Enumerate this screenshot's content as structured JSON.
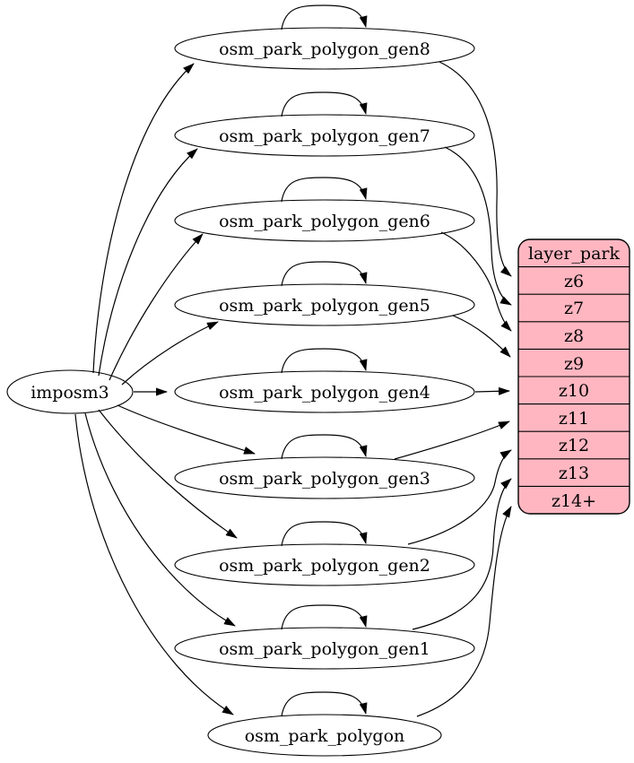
{
  "diagram": {
    "background_color": "#ffffff",
    "node_fill_color": "#ffffff",
    "line_color": "#000000",
    "layer_fill_color": "#ffb6c1",
    "source_node": {
      "label": "imposm3"
    },
    "table_nodes": [
      {
        "id": "gen8",
        "label": "osm_park_polygon_gen8"
      },
      {
        "id": "gen7",
        "label": "osm_park_polygon_gen7"
      },
      {
        "id": "gen6",
        "label": "osm_park_polygon_gen6"
      },
      {
        "id": "gen5",
        "label": "osm_park_polygon_gen5"
      },
      {
        "id": "gen4",
        "label": "osm_park_polygon_gen4"
      },
      {
        "id": "gen3",
        "label": "osm_park_polygon_gen3"
      },
      {
        "id": "gen2",
        "label": "osm_park_polygon_gen2"
      },
      {
        "id": "gen1",
        "label": "osm_park_polygon_gen1"
      },
      {
        "id": "base",
        "label": "osm_park_polygon"
      }
    ],
    "layer_table": {
      "header": "layer_park",
      "rows": [
        "z6",
        "z7",
        "z8",
        "z9",
        "z10",
        "z11",
        "z12",
        "z13",
        "z14+"
      ]
    },
    "edges": {
      "source_to_tables": [
        "osm_park_polygon_gen8",
        "osm_park_polygon_gen7",
        "osm_park_polygon_gen6",
        "osm_park_polygon_gen5",
        "osm_park_polygon_gen4",
        "osm_park_polygon_gen3",
        "osm_park_polygon_gen2",
        "osm_park_polygon_gen1",
        "osm_park_polygon"
      ],
      "self_loops": [
        "osm_park_polygon_gen8",
        "osm_park_polygon_gen7",
        "osm_park_polygon_gen6",
        "osm_park_polygon_gen5",
        "osm_park_polygon_gen4",
        "osm_park_polygon_gen3",
        "osm_park_polygon_gen2",
        "osm_park_polygon_gen1",
        "osm_park_polygon"
      ],
      "tables_to_layer_rows": [
        {
          "from": "osm_park_polygon_gen8",
          "row": "z6"
        },
        {
          "from": "osm_park_polygon_gen7",
          "row": "z7"
        },
        {
          "from": "osm_park_polygon_gen6",
          "row": "z8"
        },
        {
          "from": "osm_park_polygon_gen5",
          "row": "z9"
        },
        {
          "from": "osm_park_polygon_gen4",
          "row": "z10"
        },
        {
          "from": "osm_park_polygon_gen3",
          "row": "z11"
        },
        {
          "from": "osm_park_polygon_gen2",
          "row": "z12"
        },
        {
          "from": "osm_park_polygon_gen1",
          "row": "z13"
        },
        {
          "from": "osm_park_polygon",
          "row": "z14+"
        }
      ]
    }
  }
}
